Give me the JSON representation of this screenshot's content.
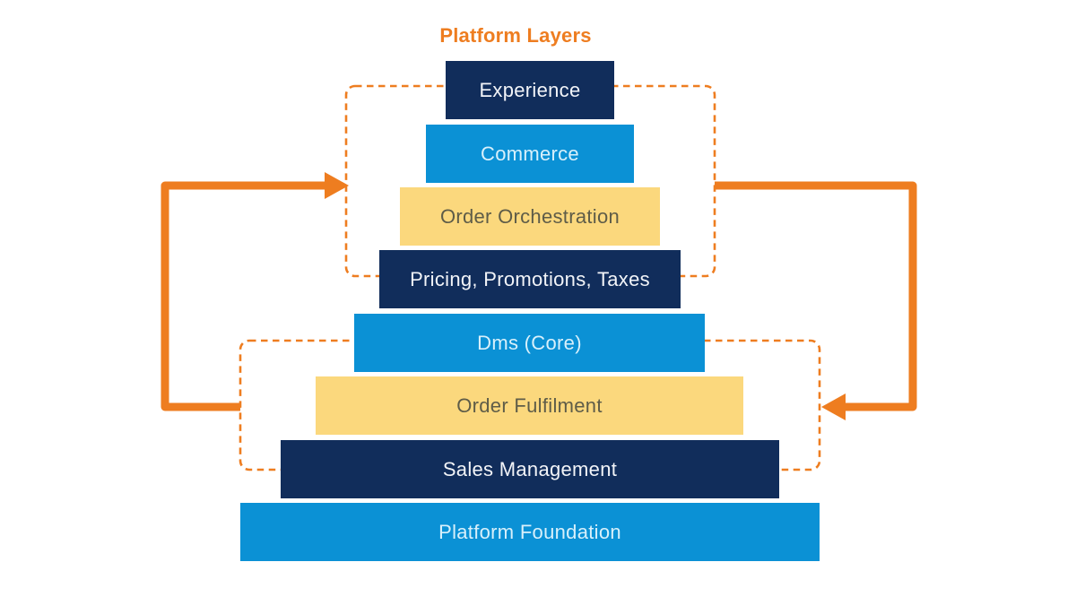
{
  "title": "Platform Layers",
  "layers": [
    {
      "label": "Experience",
      "color": "navy"
    },
    {
      "label": "Commerce",
      "color": "blue"
    },
    {
      "label": "Order Orchestration",
      "color": "yellow"
    },
    {
      "label": "Pricing, Promotions, Taxes",
      "color": "navy"
    },
    {
      "label": "Dms (Core)",
      "color": "blue"
    },
    {
      "label": "Order Fulfilment",
      "color": "yellow"
    },
    {
      "label": "Sales Management",
      "color": "navy"
    },
    {
      "label": "Platform Foundation",
      "color": "blue"
    }
  ],
  "groups": [
    {
      "name": "upper-layer-group",
      "members": [
        "Experience",
        "Commerce",
        "Order Orchestration",
        "Pricing, Promotions, Taxes"
      ]
    },
    {
      "name": "lower-layer-group",
      "members": [
        "Dms (Core)",
        "Order Fulfilment",
        "Sales Management"
      ]
    }
  ],
  "colors": {
    "navy": "#112D5B",
    "blue": "#0B91D5",
    "yellow": "#FBD87D",
    "orange": "#EE7D20"
  }
}
